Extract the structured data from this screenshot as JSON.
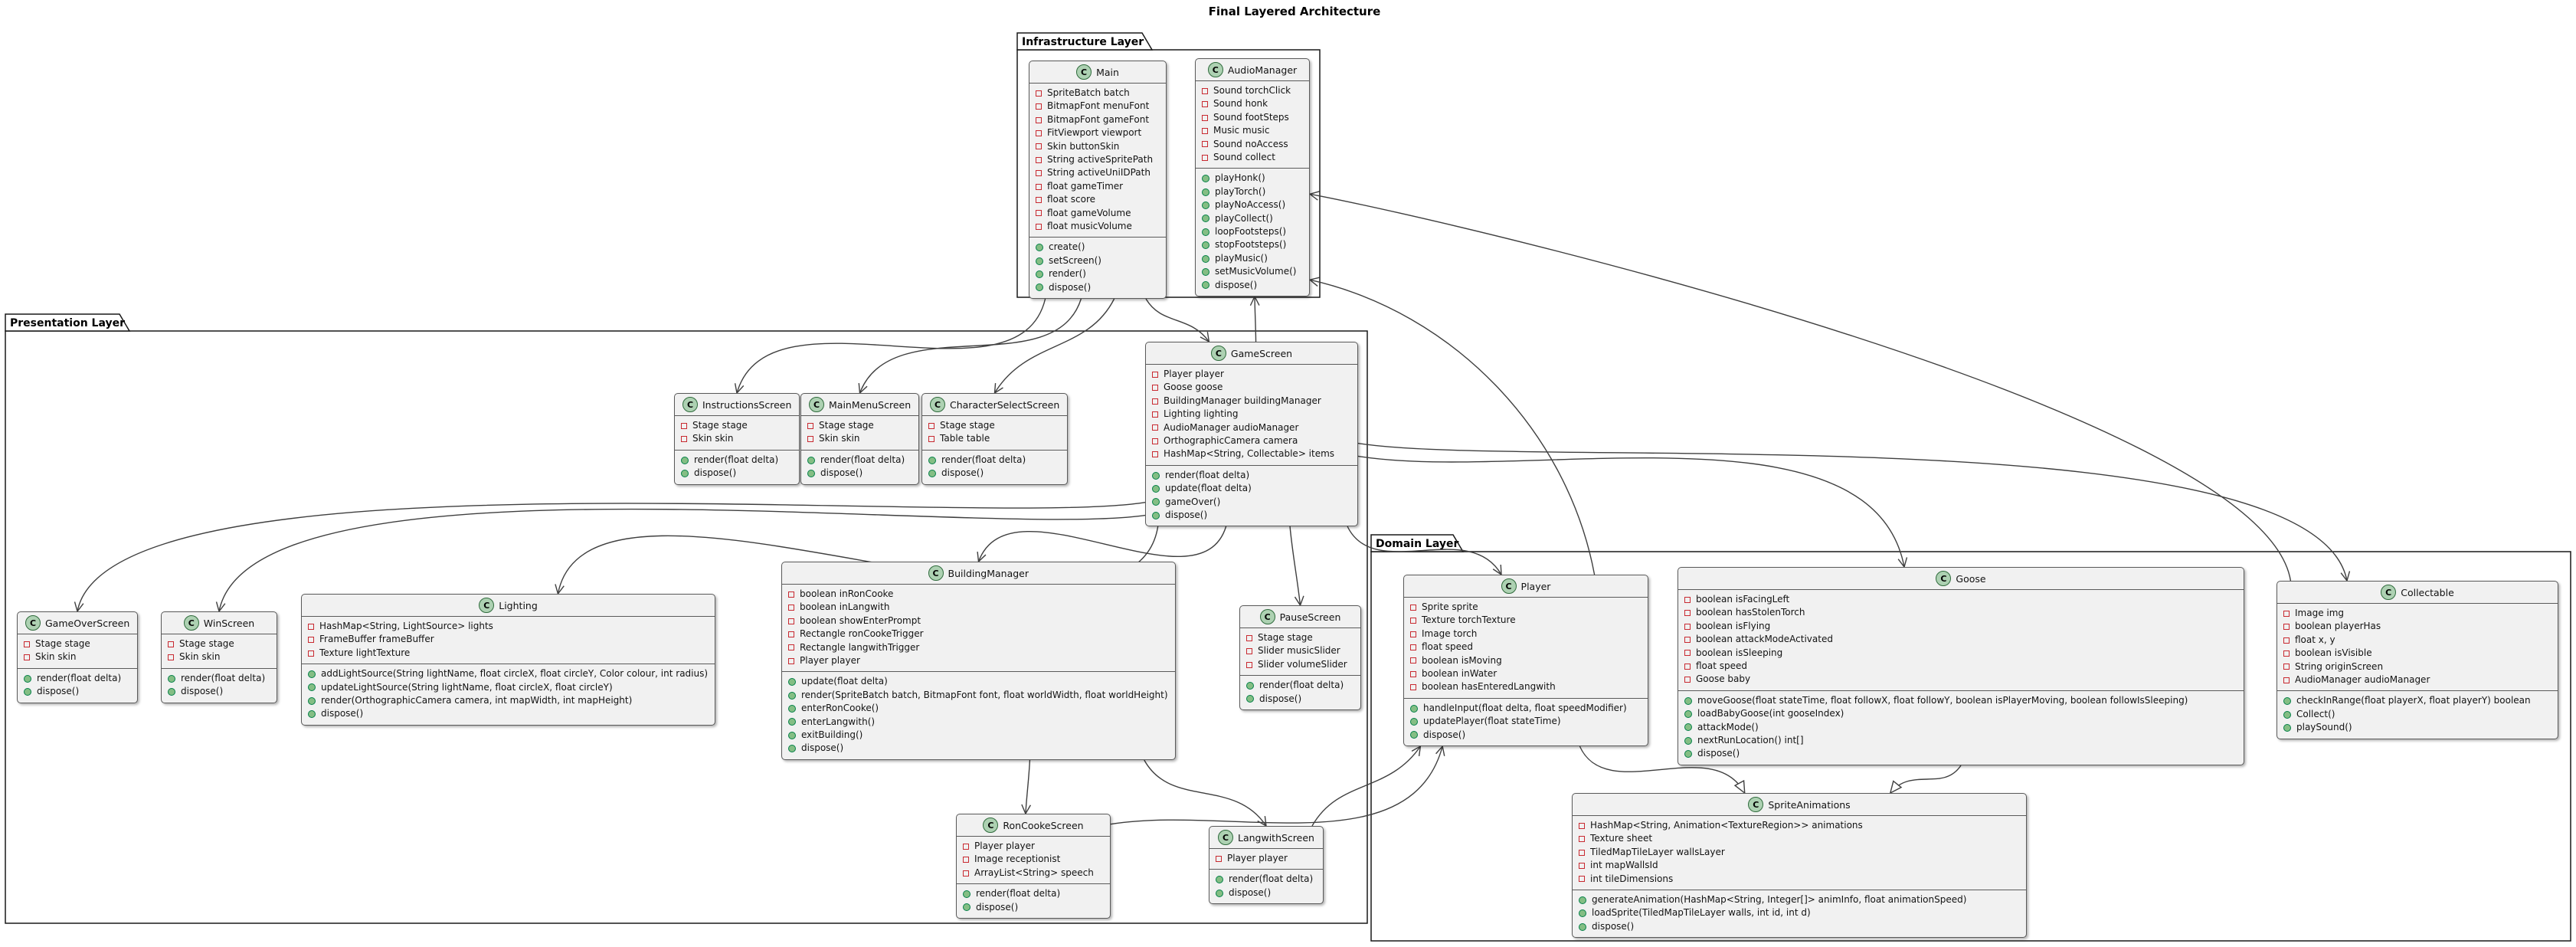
{
  "diagram": {
    "title": "Final Layered Architecture"
  },
  "colors": {
    "box_fill": "#F1F1F1",
    "box_border": "#5a5a5a",
    "package_border": "#181818",
    "badge_fill": "#ADD1B2",
    "field_icon": "#C82930",
    "method_icon_fill": "#84BE84",
    "method_icon_border": "#038048",
    "edge": "#3f3f3f"
  },
  "packages": [
    {
      "id": "infrastructure",
      "label": "Infrastructure Layer"
    },
    {
      "id": "presentation",
      "label": "Presentation Layer"
    },
    {
      "id": "domain",
      "label": "Domain Layer"
    }
  ],
  "classes": [
    {
      "id": "Main",
      "package": "infrastructure",
      "stereotype": "C",
      "name": "Main",
      "attributes": [
        "SpriteBatch batch",
        "BitmapFont menuFont",
        "BitmapFont gameFont",
        "FitViewport viewport",
        "Skin buttonSkin",
        "String activeSpritePath",
        "String activeUniIDPath",
        "float gameTimer",
        "float score",
        "float gameVolume",
        "float musicVolume"
      ],
      "methods": [
        "create()",
        "setScreen()",
        "render()",
        "dispose()"
      ]
    },
    {
      "id": "AudioManager",
      "package": "infrastructure",
      "stereotype": "C",
      "name": "AudioManager",
      "attributes": [
        "Sound torchClick",
        "Sound honk",
        "Sound footSteps",
        "Music music",
        "Sound noAccess",
        "Sound collect"
      ],
      "methods": [
        "playHonk()",
        "playTorch()",
        "playNoAccess()",
        "playCollect()",
        "loopFootsteps()",
        "stopFootsteps()",
        "playMusic()",
        "setMusicVolume()",
        "dispose()"
      ]
    },
    {
      "id": "GameScreen",
      "package": "presentation",
      "stereotype": "C",
      "name": "GameScreen",
      "attributes": [
        "Player player",
        "Goose goose",
        "BuildingManager buildingManager",
        "Lighting lighting",
        "AudioManager audioManager",
        "OrthographicCamera camera",
        "HashMap<String, Collectable> items"
      ],
      "methods": [
        "render(float delta)",
        "update(float delta)",
        "gameOver()",
        "dispose()"
      ]
    },
    {
      "id": "InstructionsScreen",
      "package": "presentation",
      "stereotype": "C",
      "name": "InstructionsScreen",
      "attributes": [
        "Stage stage",
        "Skin skin"
      ],
      "methods": [
        "render(float delta)",
        "dispose()"
      ]
    },
    {
      "id": "MainMenuScreen",
      "package": "presentation",
      "stereotype": "C",
      "name": "MainMenuScreen",
      "attributes": [
        "Stage stage",
        "Skin skin"
      ],
      "methods": [
        "render(float delta)",
        "dispose()"
      ]
    },
    {
      "id": "CharacterSelectScreen",
      "package": "presentation",
      "stereotype": "C",
      "name": "CharacterSelectScreen",
      "attributes": [
        "Stage stage",
        "Table table"
      ],
      "methods": [
        "render(float delta)",
        "dispose()"
      ]
    },
    {
      "id": "GameOverScreen",
      "package": "presentation",
      "stereotype": "C",
      "name": "GameOverScreen",
      "attributes": [
        "Stage stage",
        "Skin skin"
      ],
      "methods": [
        "render(float delta)",
        "dispose()"
      ]
    },
    {
      "id": "WinScreen",
      "package": "presentation",
      "stereotype": "C",
      "name": "WinScreen",
      "attributes": [
        "Stage stage",
        "Skin skin"
      ],
      "methods": [
        "render(float delta)",
        "dispose()"
      ]
    },
    {
      "id": "Lighting",
      "package": "presentation",
      "stereotype": "C",
      "name": "Lighting",
      "attributes": [
        "HashMap<String, LightSource> lights",
        "FrameBuffer frameBuffer",
        "Texture lightTexture"
      ],
      "methods": [
        "addLightSource(String lightName, float circleX, float circleY, Color colour, int radius)",
        "updateLightSource(String lightName, float circleX, float circleY)",
        "render(OrthographicCamera camera, int mapWidth, int mapHeight)",
        "dispose()"
      ]
    },
    {
      "id": "BuildingManager",
      "package": "presentation",
      "stereotype": "C",
      "name": "BuildingManager",
      "attributes": [
        "boolean inRonCooke",
        "boolean inLangwith",
        "boolean showEnterPrompt",
        "Rectangle ronCookeTrigger",
        "Rectangle langwithTrigger",
        "Player player"
      ],
      "methods": [
        "update(float delta)",
        "render(SpriteBatch batch, BitmapFont font, float worldWidth, float worldHeight)",
        "enterRonCooke()",
        "enterLangwith()",
        "exitBuilding()",
        "dispose()"
      ]
    },
    {
      "id": "PauseScreen",
      "package": "presentation",
      "stereotype": "C",
      "name": "PauseScreen",
      "attributes": [
        "Stage stage",
        "Slider musicSlider",
        "Slider volumeSlider"
      ],
      "methods": [
        "render(float delta)",
        "dispose()"
      ]
    },
    {
      "id": "RonCookeScreen",
      "package": "presentation",
      "stereotype": "C",
      "name": "RonCookeScreen",
      "attributes": [
        "Player player",
        "Image receptionist",
        "ArrayList<String> speech"
      ],
      "methods": [
        "render(float delta)",
        "dispose()"
      ]
    },
    {
      "id": "LangwithScreen",
      "package": "presentation",
      "stereotype": "C",
      "name": "LangwithScreen",
      "attributes": [
        "Player player"
      ],
      "methods": [
        "render(float delta)",
        "dispose()"
      ]
    },
    {
      "id": "Player",
      "package": "domain",
      "stereotype": "C",
      "name": "Player",
      "attributes": [
        "Sprite sprite",
        "Texture torchTexture",
        "Image torch",
        "float speed",
        "boolean isMoving",
        "boolean inWater",
        "boolean hasEnteredLangwith"
      ],
      "methods": [
        "handleInput(float delta, float speedModifier)",
        "updatePlayer(float stateTime)",
        "dispose()"
      ]
    },
    {
      "id": "Goose",
      "package": "domain",
      "stereotype": "C",
      "name": "Goose",
      "attributes": [
        "boolean isFacingLeft",
        "boolean hasStolenTorch",
        "boolean isFlying",
        "boolean attackModeActivated",
        "boolean isSleeping",
        "float speed",
        "Goose baby"
      ],
      "methods": [
        "moveGoose(float stateTime, float followX, float followY, boolean isPlayerMoving, boolean followIsSleeping)",
        "loadBabyGoose(int gooseIndex)",
        "attackMode()",
        "nextRunLocation() int[]",
        "dispose()"
      ]
    },
    {
      "id": "Collectable",
      "package": "domain",
      "stereotype": "C",
      "name": "Collectable",
      "attributes": [
        "Image img",
        "boolean playerHas",
        "float x, y",
        "boolean isVisible",
        "String originScreen",
        "AudioManager audioManager"
      ],
      "methods": [
        "checkInRange(float playerX, float playerY) boolean",
        "Collect()",
        "playSound()"
      ]
    },
    {
      "id": "SpriteAnimations",
      "package": "domain",
      "stereotype": "C",
      "name": "SpriteAnimations",
      "attributes": [
        "HashMap<String, Animation<TextureRegion>> animations",
        "Texture sheet",
        "TiledMapTileLayer wallsLayer",
        "int mapWallsId",
        "int tileDimensions"
      ],
      "methods": [
        "generateAnimation(HashMap<String, Integer[]> animInfo, float animationSpeed)",
        "loadSprite(TiledMapTileLayer walls, int id, int d)",
        "dispose()"
      ]
    }
  ],
  "edges": [
    {
      "from": "Main",
      "to": "InstructionsScreen",
      "kind": "open"
    },
    {
      "from": "Main",
      "to": "MainMenuScreen",
      "kind": "open"
    },
    {
      "from": "Main",
      "to": "CharacterSelectScreen",
      "kind": "open"
    },
    {
      "from": "Main",
      "to": "GameScreen",
      "kind": "open"
    },
    {
      "from": "GameScreen",
      "to": "AudioManager",
      "kind": "open"
    },
    {
      "from": "Collectable",
      "to": "AudioManager",
      "kind": "open"
    },
    {
      "from": "Player",
      "to": "AudioManager",
      "kind": "open"
    },
    {
      "from": "GameScreen",
      "to": "GameOverScreen",
      "kind": "open"
    },
    {
      "from": "GameScreen",
      "to": "WinScreen",
      "kind": "open"
    },
    {
      "from": "GameScreen",
      "to": "Lighting",
      "kind": "open"
    },
    {
      "from": "GameScreen",
      "to": "BuildingManager",
      "kind": "open"
    },
    {
      "from": "GameScreen",
      "to": "PauseScreen",
      "kind": "open"
    },
    {
      "from": "GameScreen",
      "to": "Player",
      "kind": "open"
    },
    {
      "from": "GameScreen",
      "to": "Goose",
      "kind": "open"
    },
    {
      "from": "GameScreen",
      "to": "Collectable",
      "kind": "open"
    },
    {
      "from": "BuildingManager",
      "to": "RonCookeScreen",
      "kind": "open"
    },
    {
      "from": "BuildingManager",
      "to": "LangwithScreen",
      "kind": "open"
    },
    {
      "from": "RonCookeScreen",
      "to": "Player",
      "kind": "open"
    },
    {
      "from": "LangwithScreen",
      "to": "Player",
      "kind": "open"
    },
    {
      "from": "Player",
      "to": "SpriteAnimations",
      "kind": "triangle"
    },
    {
      "from": "Goose",
      "to": "SpriteAnimations",
      "kind": "triangle"
    }
  ]
}
